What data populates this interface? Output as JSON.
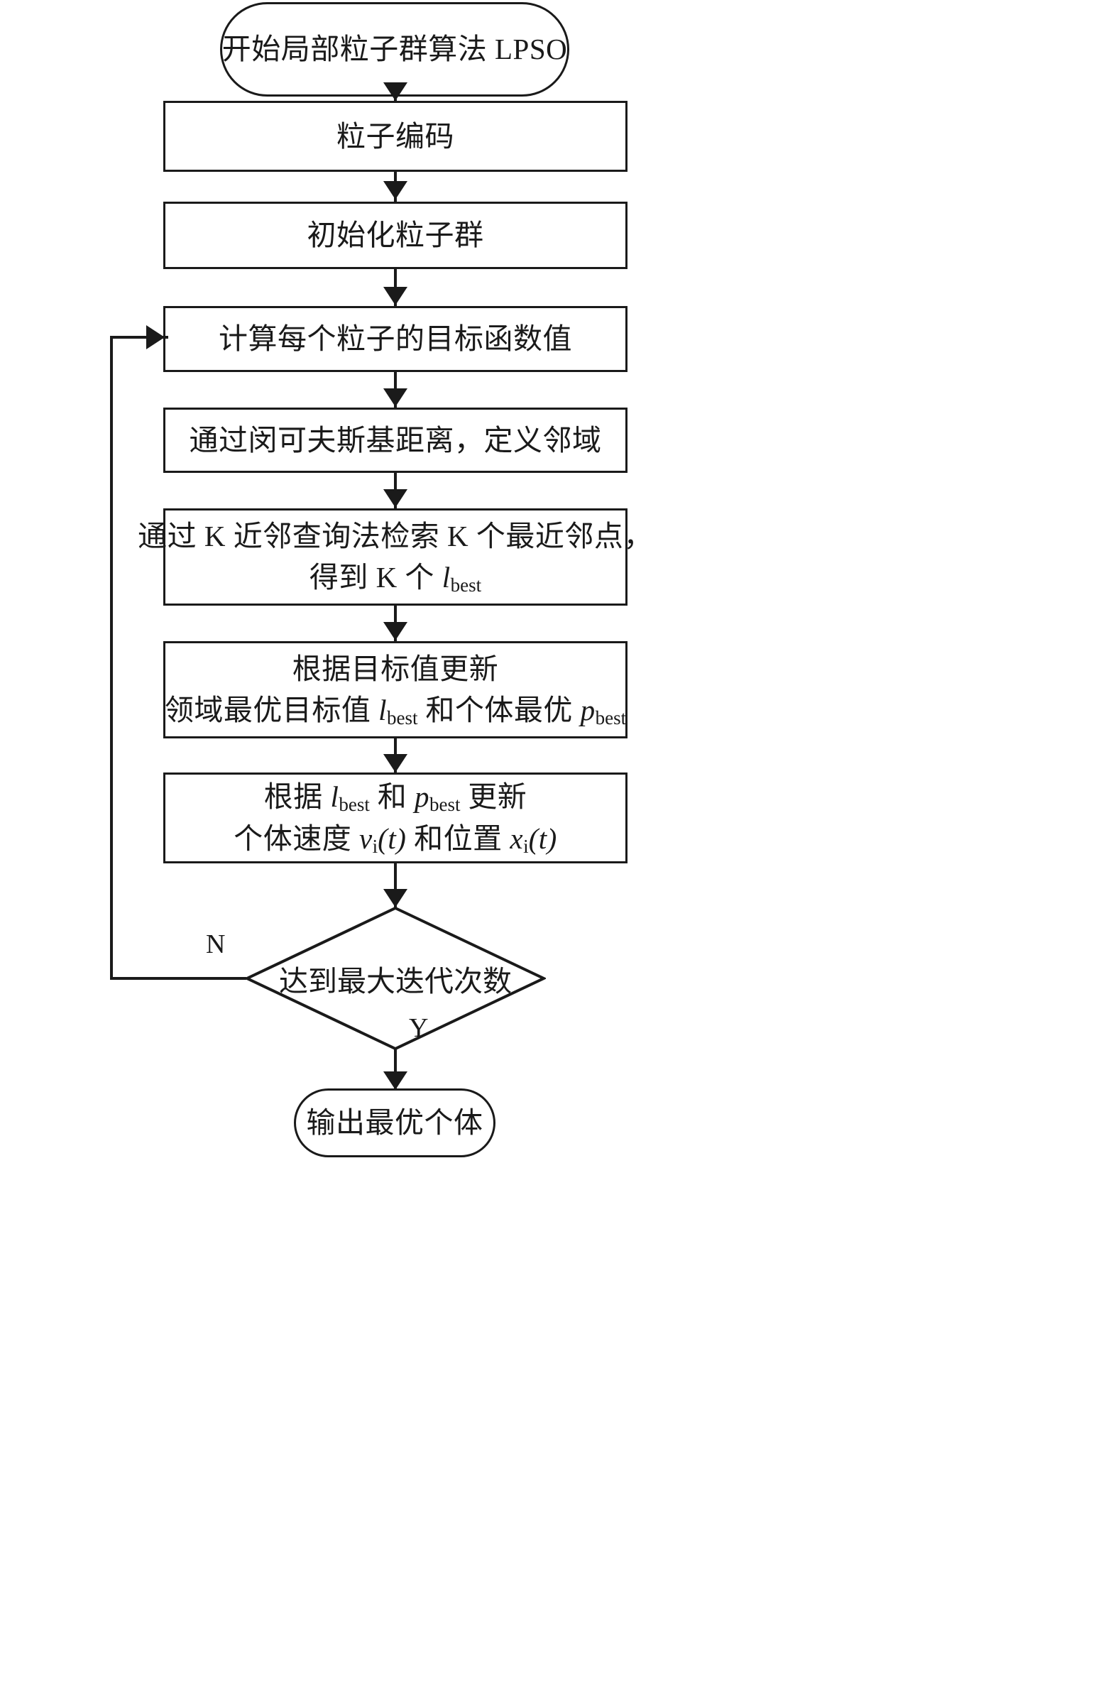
{
  "diagram": {
    "type": "flowchart",
    "title_text": "开始局部粒子群算法 LPSO",
    "orientation": "top-to-bottom",
    "line_color": "#1a1a1a",
    "fill_color": "#ffffff",
    "nodes": [
      {
        "id": "start",
        "shape": "terminal",
        "label": "开始局部粒子群算法 LPSO"
      },
      {
        "id": "encode",
        "shape": "process",
        "label": "粒子编码"
      },
      {
        "id": "init",
        "shape": "process",
        "label": "初始化粒子群"
      },
      {
        "id": "evaluate",
        "shape": "process",
        "label": "计算每个粒子的目标函数值"
      },
      {
        "id": "neighbor",
        "shape": "process",
        "label": "通过闵可夫斯基距离，定义邻域"
      },
      {
        "id": "knn",
        "shape": "process",
        "line1": "通过 K 近邻查询法检索 K 个最近邻点，",
        "line2_a": "得到 K 个 ",
        "line2_var": "l",
        "line2_sub": "best"
      },
      {
        "id": "updatebest",
        "shape": "process",
        "line1": "根据目标值更新",
        "line2_a": "领域最优目标值 ",
        "line2_var1": "l",
        "line2_sub1": "best",
        "line2_b": " 和个体最优 ",
        "line2_var2": "p",
        "line2_sub2": "best"
      },
      {
        "id": "updatevx",
        "shape": "process",
        "line1_a": "根据 ",
        "line1_var1": "l",
        "line1_sub1": "best",
        "line1_b": " 和 ",
        "line1_var2": "p",
        "line1_sub2": "best",
        "line1_c": " 更新",
        "line2_a": "个体速度 ",
        "line2_var1": "v",
        "line2_sub1": "i",
        "line2_paren1": "(t)",
        "line2_b": " 和位置 ",
        "line2_var2": "x",
        "line2_sub2": "i",
        "line2_paren2": "(t)"
      },
      {
        "id": "decision",
        "shape": "diamond",
        "label": "达到最大迭代次数"
      },
      {
        "id": "output",
        "shape": "terminal",
        "label": "输出最优个体"
      }
    ],
    "edges": [
      {
        "from": "start",
        "to": "encode",
        "label": ""
      },
      {
        "from": "encode",
        "to": "init",
        "label": ""
      },
      {
        "from": "init",
        "to": "evaluate",
        "label": ""
      },
      {
        "from": "evaluate",
        "to": "neighbor",
        "label": ""
      },
      {
        "from": "neighbor",
        "to": "knn",
        "label": ""
      },
      {
        "from": "knn",
        "to": "updatebest",
        "label": ""
      },
      {
        "from": "updatebest",
        "to": "updatevx",
        "label": ""
      },
      {
        "from": "updatevx",
        "to": "decision",
        "label": ""
      },
      {
        "from": "decision",
        "to": "evaluate",
        "label": "N"
      },
      {
        "from": "decision",
        "to": "output",
        "label": "Y"
      }
    ],
    "edge_labels": {
      "no_branch": "N",
      "yes_branch": "Y"
    }
  }
}
